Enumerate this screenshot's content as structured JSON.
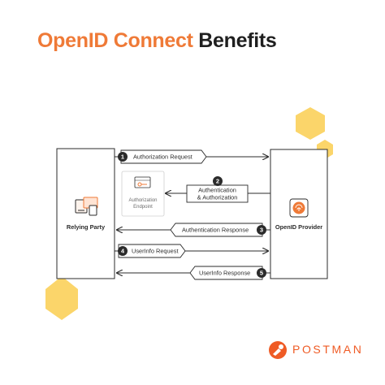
{
  "title": {
    "accent": "OpenID Connect",
    "rest": "Benefits"
  },
  "actors": {
    "relying_party": "Relying Party",
    "provider": "OpenID Provider"
  },
  "endpoint": {
    "line1": "Authorization",
    "line2": "Endpoint"
  },
  "steps": [
    {
      "num": "1",
      "label": "Authorization Request"
    },
    {
      "num": "2",
      "label_line1": "Authentication",
      "label_line2": "& Authorization"
    },
    {
      "num": "3",
      "label": "Authentication Response"
    },
    {
      "num": "4",
      "label": "UserInfo Request"
    },
    {
      "num": "5",
      "label": "UserInfo Response"
    }
  ],
  "brand": {
    "name": "POSTMAN",
    "accent_color": "#ef7a37",
    "honeycomb_color": "#fbd56a",
    "logo_color": "#ef5b25"
  }
}
